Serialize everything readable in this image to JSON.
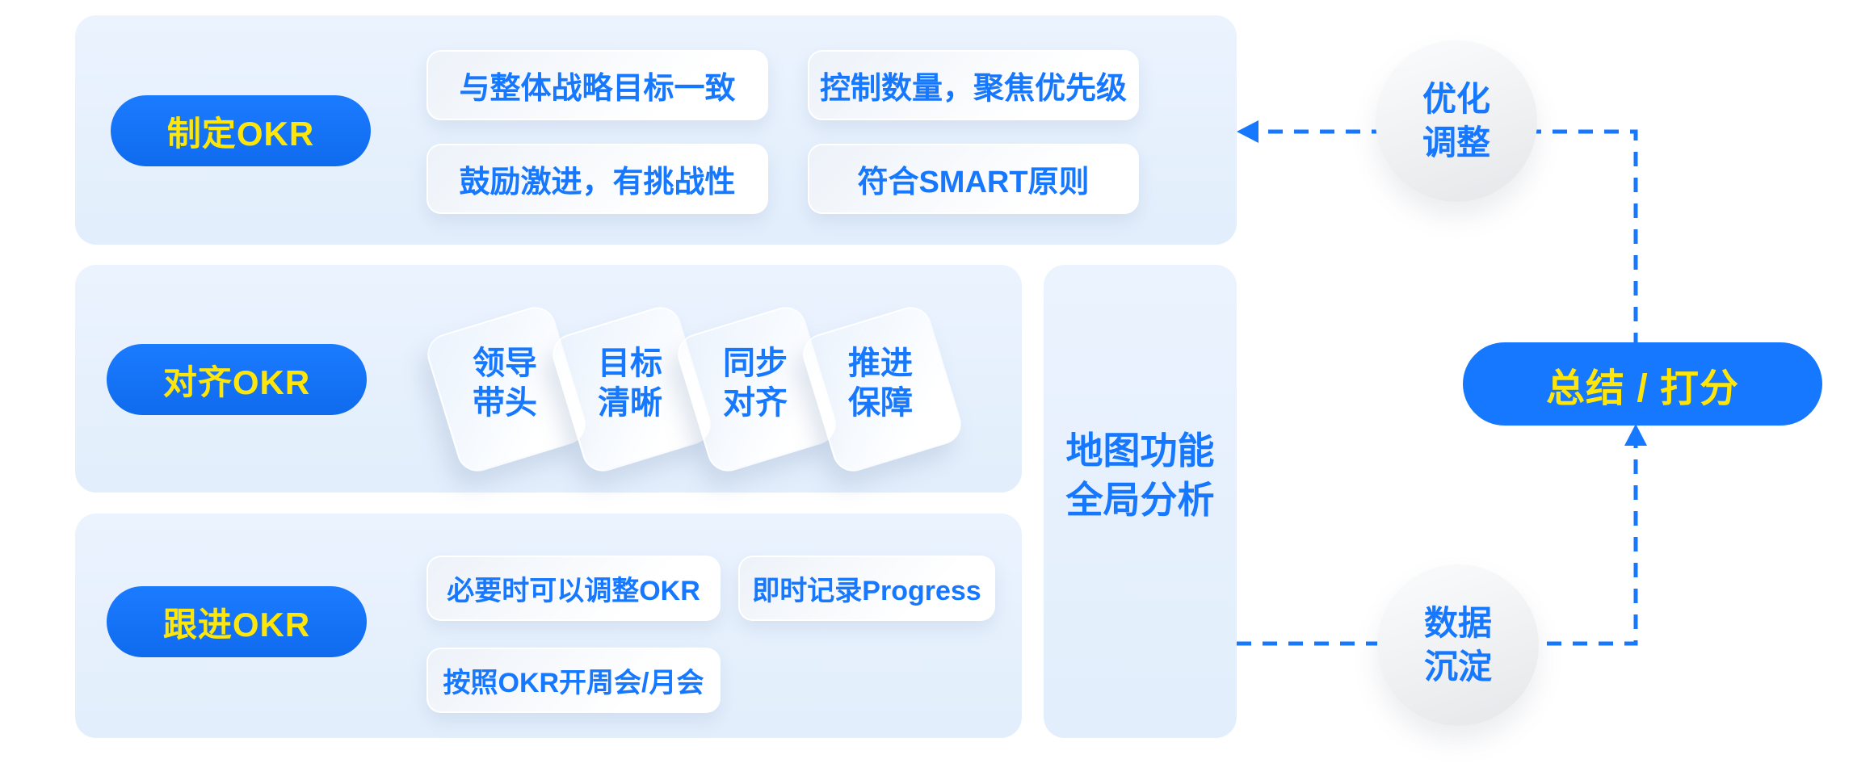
{
  "colors": {
    "primary_blue": "#1677ff",
    "accent_yellow": "#ffe60a",
    "panel_bg": "#e4effd"
  },
  "stages": {
    "plan": {
      "label": "制定OKR",
      "points": [
        "与整体战略目标一致",
        "控制数量，聚焦优先级",
        "鼓励激进，有挑战性",
        "符合SMART原则"
      ]
    },
    "align": {
      "label": "对齐OKR",
      "cards": [
        {
          "line1": "领导",
          "line2": "带头"
        },
        {
          "line1": "目标",
          "line2": "清晰"
        },
        {
          "line1": "同步",
          "line2": "对齐"
        },
        {
          "line1": "推进",
          "line2": "保障"
        }
      ]
    },
    "follow": {
      "label": "跟进OKR",
      "points": [
        "必要时可以调整OKR",
        "即时记录Progress",
        "按照OKR开周会/月会"
      ]
    }
  },
  "map_panel": {
    "line1": "地图功能",
    "line2": "全局分析"
  },
  "flow": {
    "optimize": {
      "line1": "优化",
      "line2": "调整"
    },
    "summary": {
      "label": "总结 / 打分"
    },
    "data": {
      "line1": "数据",
      "line2": "沉淀"
    }
  }
}
